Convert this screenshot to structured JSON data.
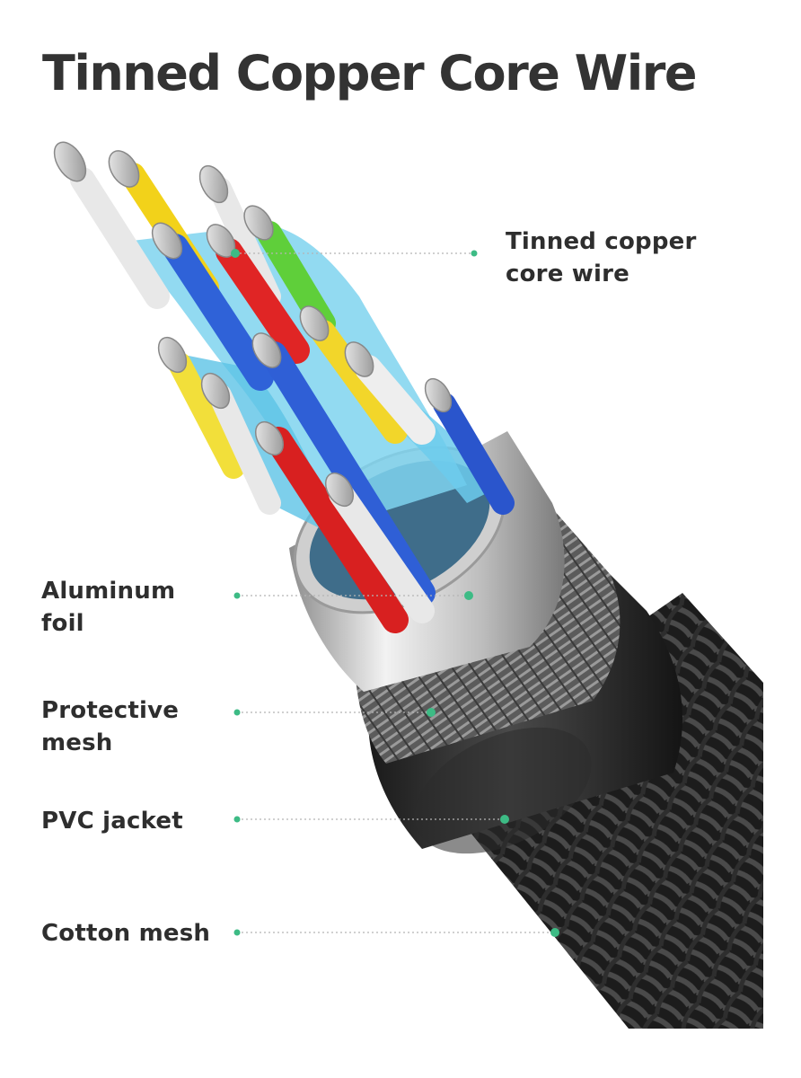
{
  "title": "Tinned Copper Core Wire",
  "labels": {
    "core_wire": [
      "Tinned copper",
      "core wire"
    ],
    "aluminum_foil": [
      "Aluminum",
      "foil"
    ],
    "protective_mesh": [
      "Protective",
      "mesh"
    ],
    "pvc_jacket": [
      "PVC jacket"
    ],
    "cotton_mesh": [
      "Cotton mesh"
    ]
  },
  "colors": {
    "callout_dot": "#3dbb85",
    "callout_line": "#b5b5b5",
    "title": "#333333",
    "label": "#2e2e2e"
  }
}
